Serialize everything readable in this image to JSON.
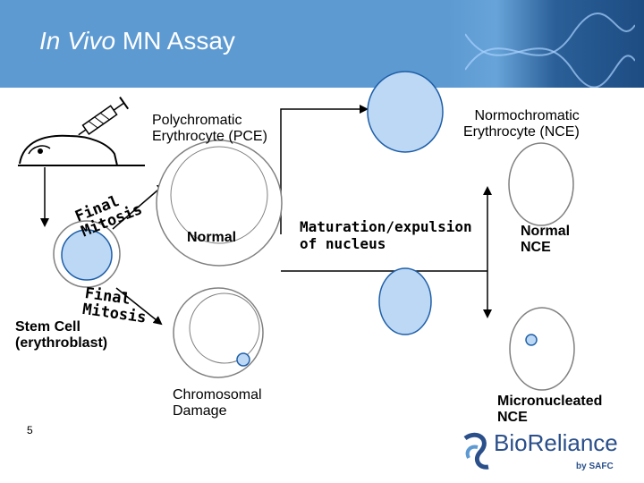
{
  "header": {
    "title_italic": "In Vivo",
    "title_rest": " MN Assay",
    "accent": "#5d9ad2"
  },
  "labels": {
    "pce": "Polychromatic\nErythrocyte (PCE)",
    "nce": "Normochromatic\nErythrocyte (NCE)",
    "final_mitosis_1": [
      "Final",
      "Mitosis"
    ],
    "final_mitosis_2": [
      "Final",
      "Mitosis"
    ],
    "normal": "Normal",
    "maturation": "Maturation/expulsion\nof nucleus",
    "normal_nce": "Normal\nNCE",
    "stem_cell": "Stem Cell\n(erythroblast)",
    "chromosomal_damage": "Chromosomal\nDamage",
    "micronucleated_nce": "Micronucleated\nNCE"
  },
  "footer": {
    "page_number": "5",
    "logo_text": "BioReliance",
    "logo_sub": "by SAFC"
  },
  "colors": {
    "cell_fill": "#ffffff",
    "nucleus_fill": "#bcd8f5",
    "nucleus_stroke": "#1f5fa8",
    "cell_stroke": "#808080",
    "logo": "#2a4f8a"
  }
}
